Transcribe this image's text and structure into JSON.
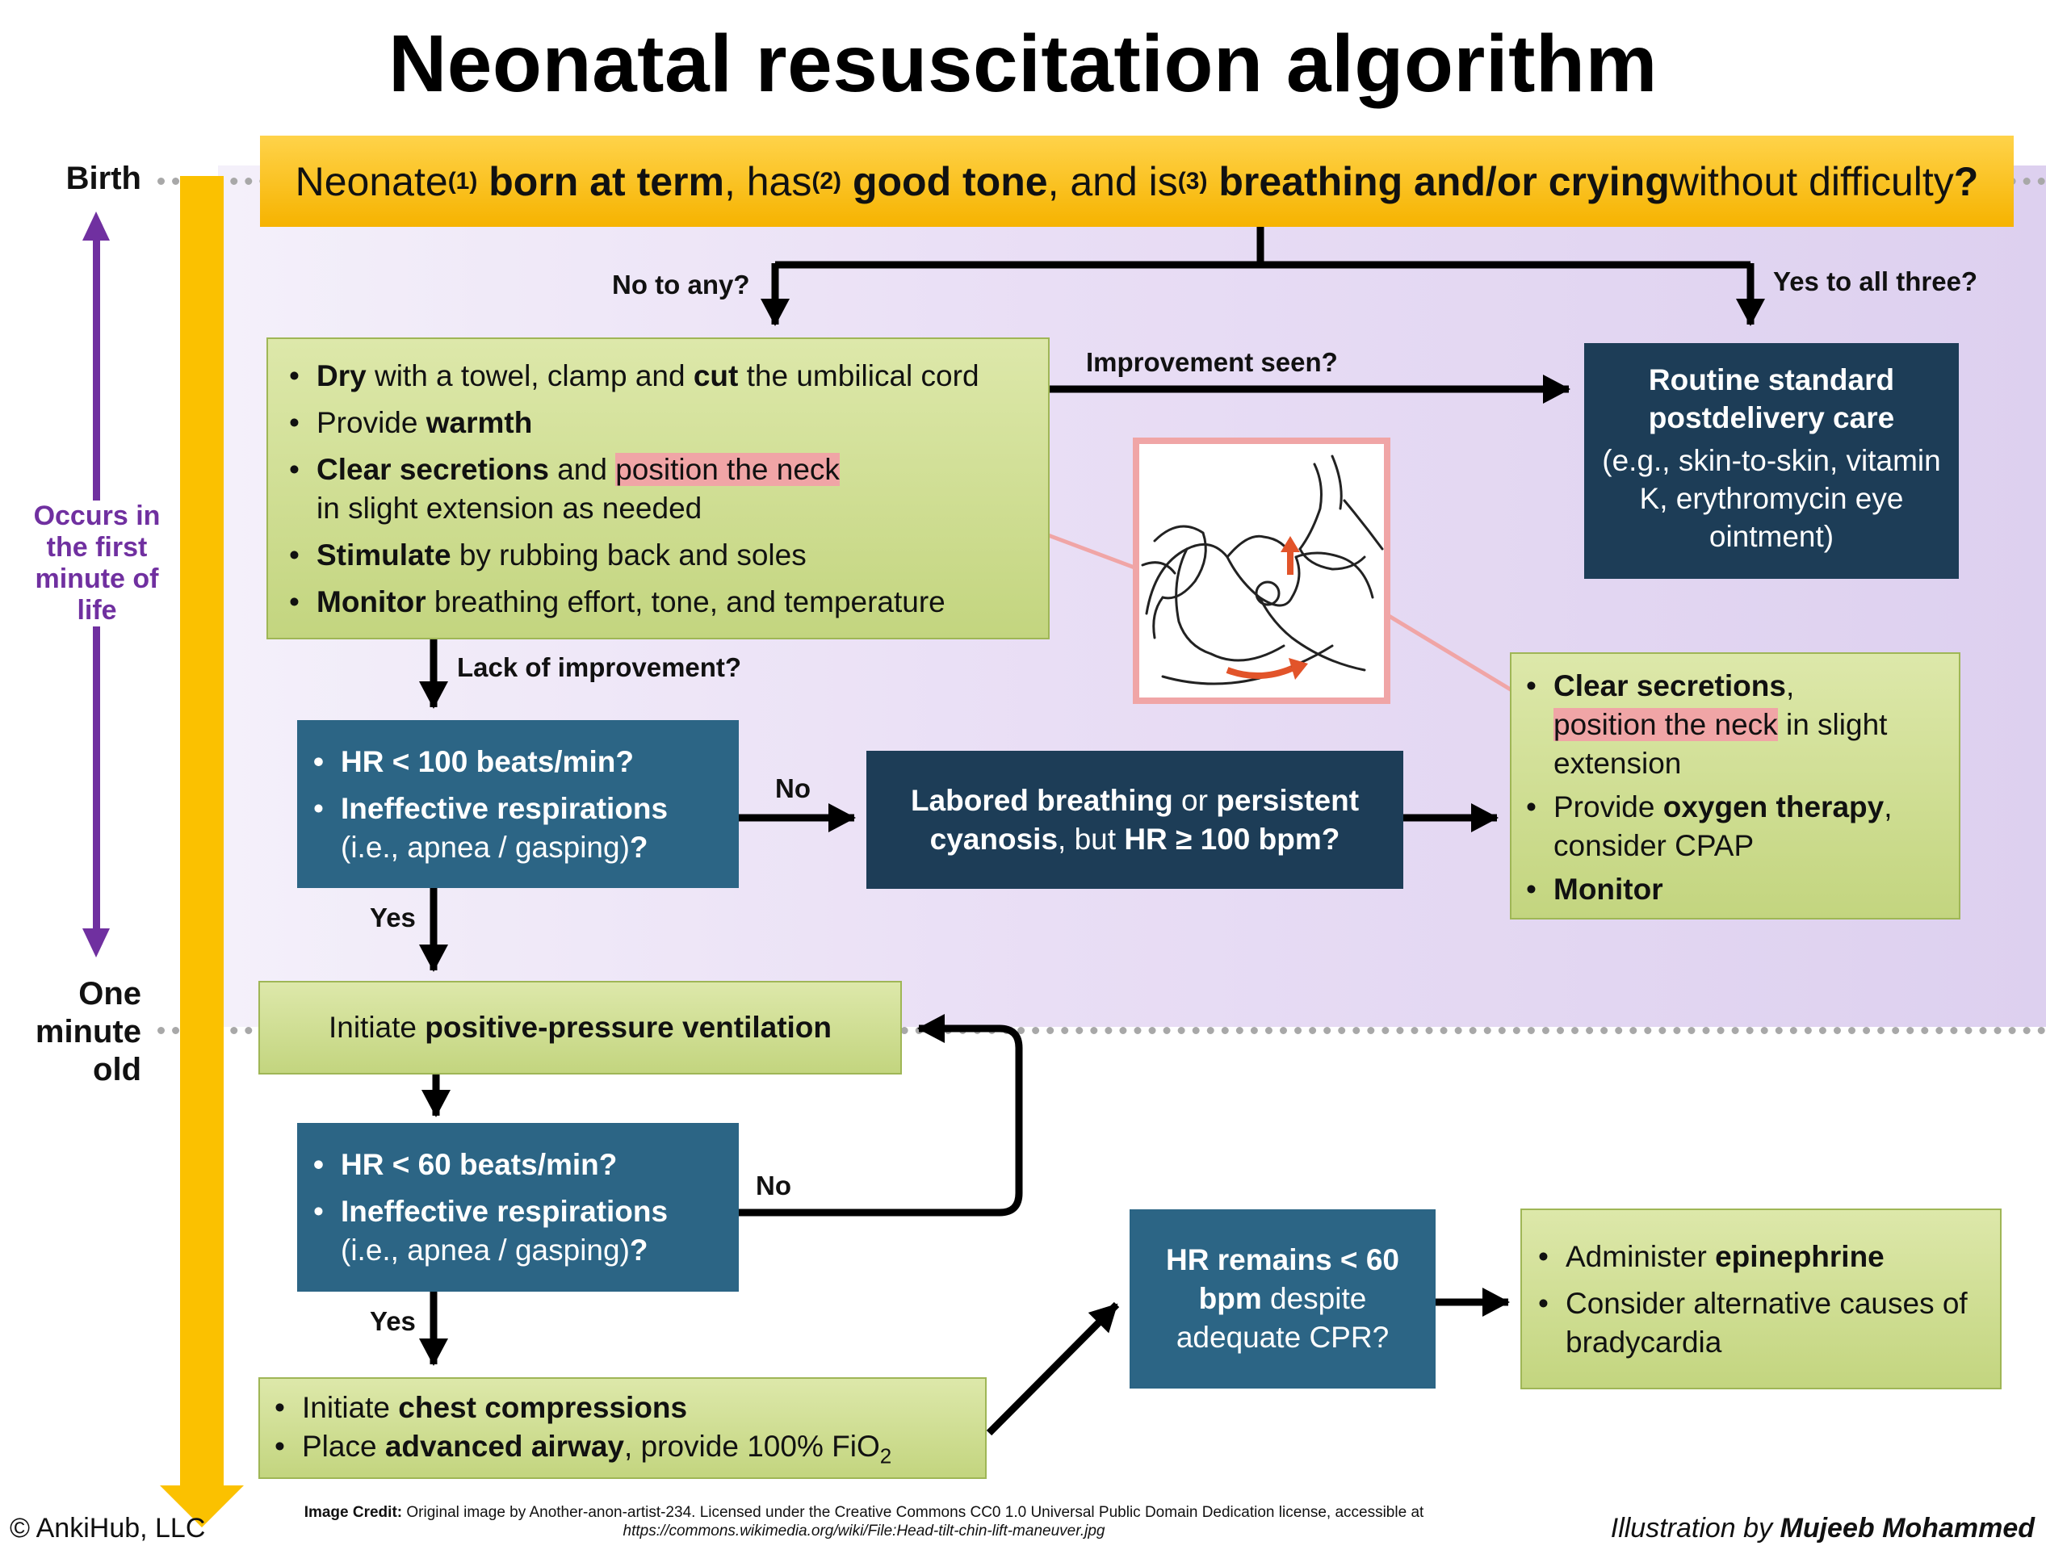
{
  "title": "Neonatal resuscitation algorithm",
  "timeline": {
    "birth": "Birth",
    "one_minute": "One minute old",
    "occurs": "Occurs in the first minute of life"
  },
  "question": {
    "p1": "Neonate ",
    "n1": "(1)",
    "b1": "born at term",
    "p2": ", has ",
    "n2": "(2)",
    "b2": "good tone",
    "p3": ", and is ",
    "n3": "(3)",
    "b3": "breathing and/or crying",
    "p4": " without difficulty",
    "b4": "?"
  },
  "labels": {
    "no_to_any": "No to any?",
    "yes_to_all": "Yes to all three?",
    "improvement_seen": "Improvement seen?",
    "lack_of_improvement": "Lack of improvement?",
    "no_1": "No",
    "yes_1": "Yes",
    "no_2": "No",
    "yes_2": "Yes"
  },
  "initial_steps": {
    "i1_b1": "Dry",
    "i1_t1": " with a towel, clamp and ",
    "i1_b2": "cut",
    "i1_t2": " the umbilical cord",
    "i2_t1": "Provide ",
    "i2_b1": "warmth",
    "i3_b1": "Clear secretions",
    "i3_t1": " and ",
    "i3_h1": "position the neck",
    "i3_t2": "in slight extension as needed",
    "i4_b1": "Stimulate",
    "i4_t1": " by rubbing back and soles",
    "i5_b1": "Monitor",
    "i5_t1": " breathing effort, tone, and temperature"
  },
  "routine_care": {
    "bold": "Routine standard postdelivery care",
    "rest": "(e.g., skin-to-skin, vitamin K, erythromycin eye ointment)"
  },
  "hr100": {
    "q1": "HR < 100 beats/min?",
    "q2_b": "Ineffective respirations",
    "q2_t": "(i.e., apnea / gasping)",
    "q2_end": "?"
  },
  "labored": {
    "b1": "Labored breathing",
    "t1": " or ",
    "b2": "persistent cyanosis",
    "t2": ", but ",
    "b3": "HR ≥ 100 bpm?"
  },
  "oxygen": {
    "o1_b": "Clear secretions",
    "o1_t": ",",
    "o1_h": "position the neck",
    "o1_t2": " in slight extension",
    "o2_t": "Provide ",
    "o2_b": "oxygen therapy",
    "o2_t2": ", consider CPAP",
    "o3_b": "Monitor"
  },
  "ppv": {
    "t": "Initiate ",
    "b": "positive-pressure ventilation"
  },
  "hr60": {
    "q1": "HR < 60 beats/min?",
    "q2_b": "Ineffective respirations",
    "q2_t": "(i.e., apnea / gasping)",
    "q2_end": "?"
  },
  "compressions": {
    "c1_t": "Initiate ",
    "c1_b": "chest compressions",
    "c2_t": "Place ",
    "c2_b": "advanced airway",
    "c2_t2": ", provide 100% FiO",
    "c2_sub": "2"
  },
  "hr_remains": {
    "b": "HR remains < 60 bpm",
    "t": " despite adequate CPR?"
  },
  "epinephrine": {
    "e1_t": "Administer ",
    "e1_b": "epinephrine",
    "e2_t": "Consider alternative causes of bradycardia"
  },
  "footer": {
    "credit_label": "Image Credit:",
    "credit_text": " Original image by Another-anon-artist-234. Licensed under the Creative Commons CC0 1.0 Universal Public Domain Dedication license, accessible at ",
    "credit_url": "https://commons.wikimedia.org/wiki/File:Head-tilt-chin-lift-maneuver.jpg",
    "copyright": "© AnkiHub, LLC",
    "illus_t": "Illustration by ",
    "illus_b": "Mujeeb Mohammed"
  },
  "colors": {
    "timeline": "#fbc100",
    "purple": "#7030a0",
    "blue_box": "#2c6585",
    "navy_box": "#1d3d57",
    "green_box": "#cbdc8e",
    "highlight": "#f0a5a6",
    "lavender": "#e9def5"
  }
}
